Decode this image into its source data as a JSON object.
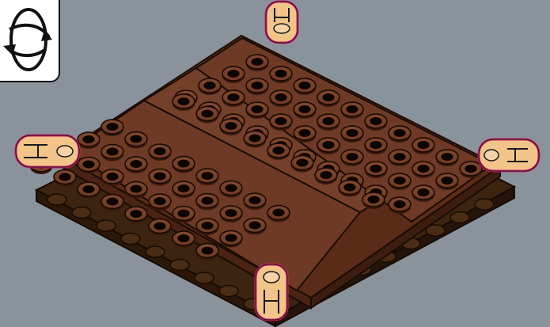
{
  "viewer": {
    "rotate_control": {
      "icon": "rotate-view-icon"
    },
    "handles": [
      {
        "id": "top",
        "icon": "clip-handle-icon"
      },
      {
        "id": "left",
        "icon": "clip-handle-icon"
      },
      {
        "id": "right",
        "icon": "clip-handle-icon"
      },
      {
        "id": "bottom",
        "icon": "clip-handle-icon"
      }
    ],
    "colors": {
      "background": "#8a939b",
      "plate": "#6e3a25",
      "plate_light": "#84482e",
      "base": "#3d2410",
      "handle": "#f2c48a",
      "handle_outline": "#d21f6a"
    }
  }
}
